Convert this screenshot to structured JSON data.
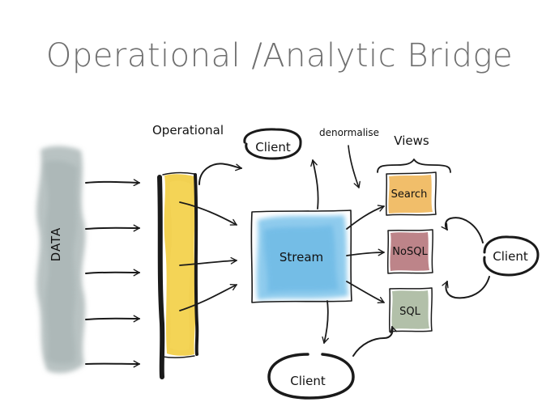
{
  "title": "Operational /Analytic Bridge",
  "labels": {
    "data": "DATA",
    "operational": "Operational",
    "stream": "Stream",
    "denormalise": "denormalise",
    "views": "Views",
    "search": "Search",
    "nosql": "NoSQL",
    "sql": "SQL",
    "client_top": "Client",
    "client_right": "Client",
    "client_bottom": "Client"
  },
  "colors": {
    "data_cloud": "#b9c3c3",
    "operational_bar": "#f1cc3f",
    "stream_fill": "#7cc3ea",
    "search_fill": "#f0b75a",
    "nosql_fill": "#b26f74",
    "sql_fill": "#a4b59a",
    "ink": "#1a1a1a",
    "title": "#6f6f6f"
  }
}
